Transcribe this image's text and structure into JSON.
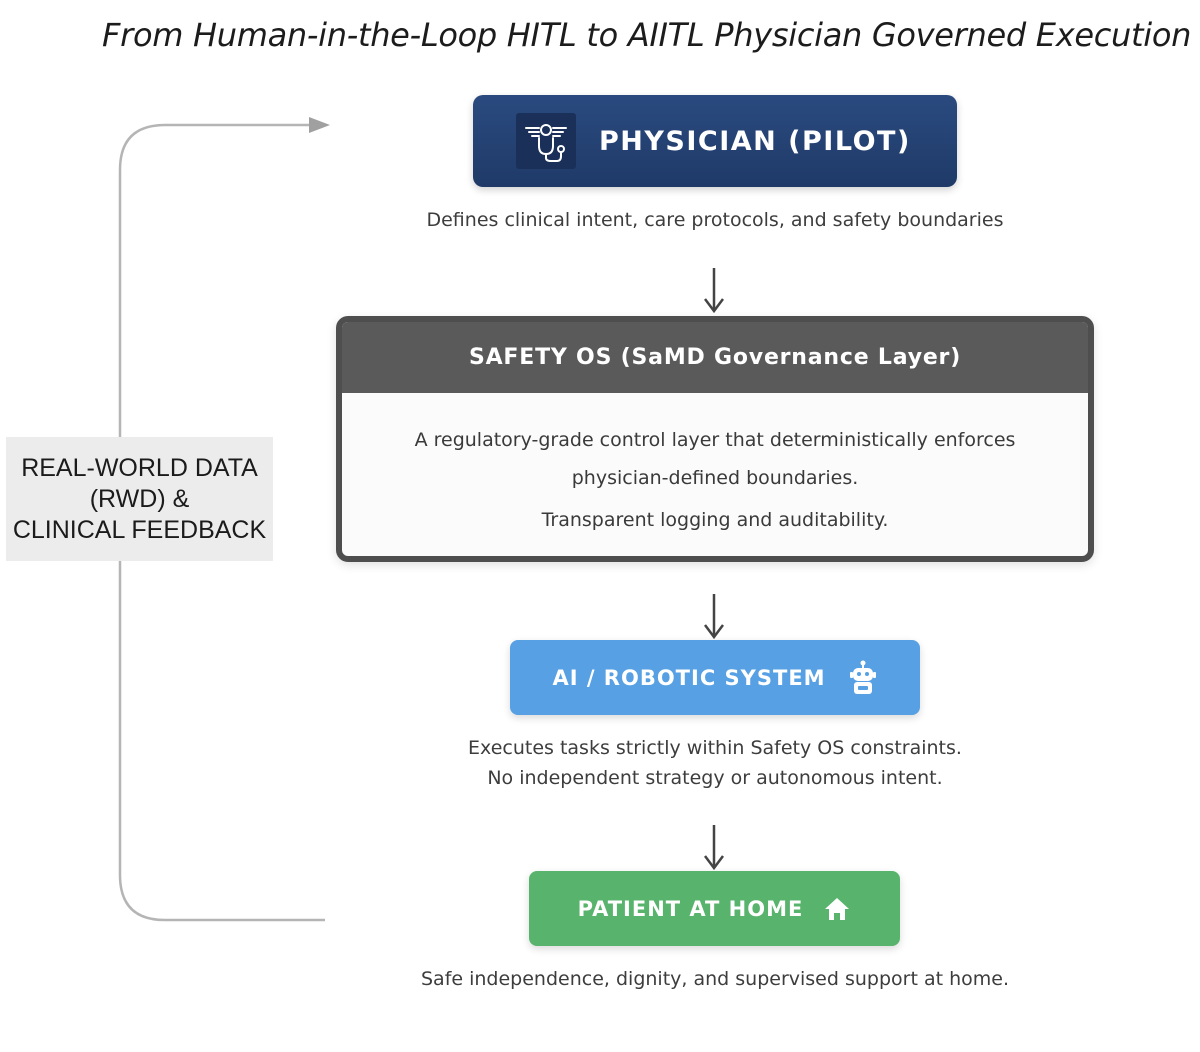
{
  "title": "From Human-in-the-Loop HITL to AIITL Physician Governed Execution",
  "feedback": {
    "label": "REAL-WORLD DATA\n(RWD) &\nCLINICAL FEEDBACK"
  },
  "physician": {
    "label": "PHYSICIAN (PILOT)",
    "icon": "stethoscope-wings-icon",
    "caption": "Defines clinical intent, care protocols, and safety boundaries"
  },
  "safety_os": {
    "header": "SAFETY OS (SaMD Governance Layer)",
    "line1": "A regulatory-grade control layer that deterministically enforces",
    "line2": "physician-defined boundaries.",
    "line3": "Transparent logging and auditability."
  },
  "ai_system": {
    "label": "AI / ROBOTIC SYSTEM",
    "icon": "robot-icon",
    "caption1": "Executes tasks strictly within Safety OS constraints.",
    "caption2": "No independent strategy or autonomous intent."
  },
  "patient": {
    "label": "PATIENT AT HOME",
    "icon": "home-icon",
    "caption": "Safe independence, dignity, and supervised support at home."
  },
  "colors": {
    "physician": "#1f3a68",
    "safety_header": "#5a5a5a",
    "ai": "#56a0e3",
    "patient": "#58b46c",
    "feedback_bg": "#ececec"
  }
}
